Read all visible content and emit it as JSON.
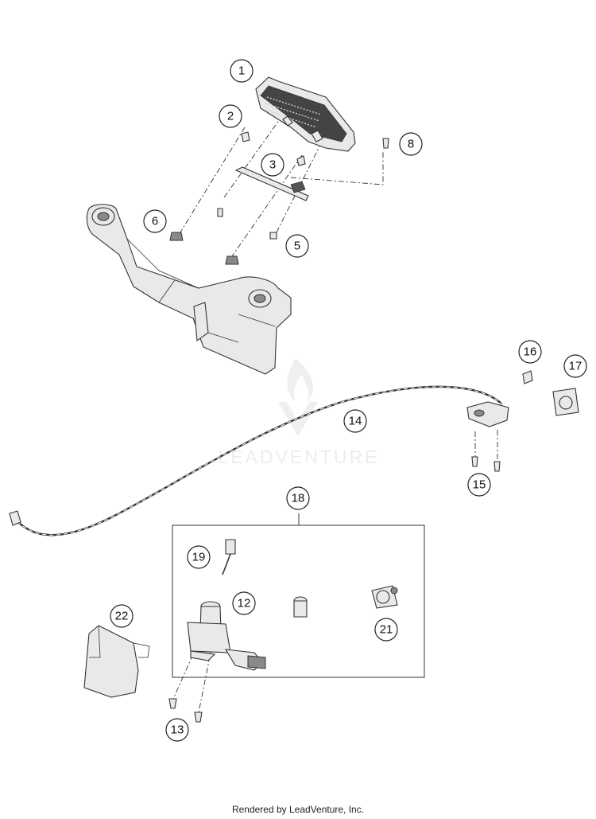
{
  "diagram": {
    "callouts": [
      "1",
      "2",
      "3",
      "5",
      "6",
      "8",
      "12",
      "13",
      "14",
      "15",
      "16",
      "17",
      "18",
      "19",
      "21",
      "22"
    ],
    "watermark": "LEADVENTURE",
    "footer": "Rendered by LeadVenture, Inc."
  },
  "colors": {
    "line": "#333333",
    "part_fill": "#e9e9e9",
    "watermark": "#e2e2e2"
  },
  "icons": [
    "watermark-flame-logo"
  ]
}
